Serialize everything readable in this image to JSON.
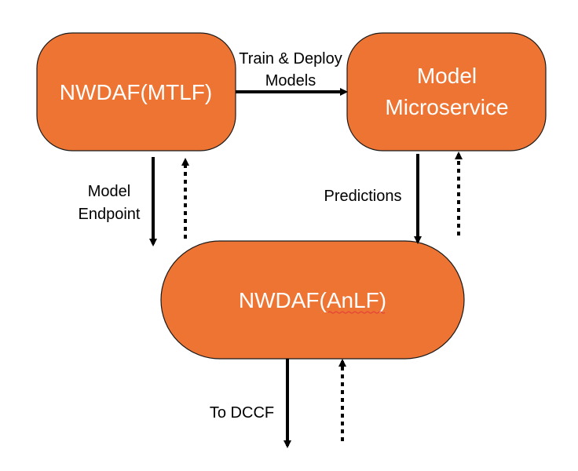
{
  "colors": {
    "node_fill": "#ED7433",
    "node_stroke": "#1a1a1a",
    "node_text": "#ffffff",
    "arrow": "#000000",
    "text": "#000000"
  },
  "nodes": {
    "mtlf": {
      "label": "NWDAF(MTLF)"
    },
    "microservice": {
      "line1": "Model",
      "line2": "Microservice"
    },
    "anlf": {
      "prefix": "NWDAF(",
      "underlined": "AnLF",
      "suffix": ")"
    }
  },
  "edges": {
    "train_deploy": {
      "line1": "Train & Deploy",
      "line2": "Models"
    },
    "model_endpoint": {
      "line1": "Model",
      "line2": "Endpoint"
    },
    "predictions": {
      "label": "Predictions"
    },
    "to_dccf": {
      "label": "To DCCF"
    }
  }
}
